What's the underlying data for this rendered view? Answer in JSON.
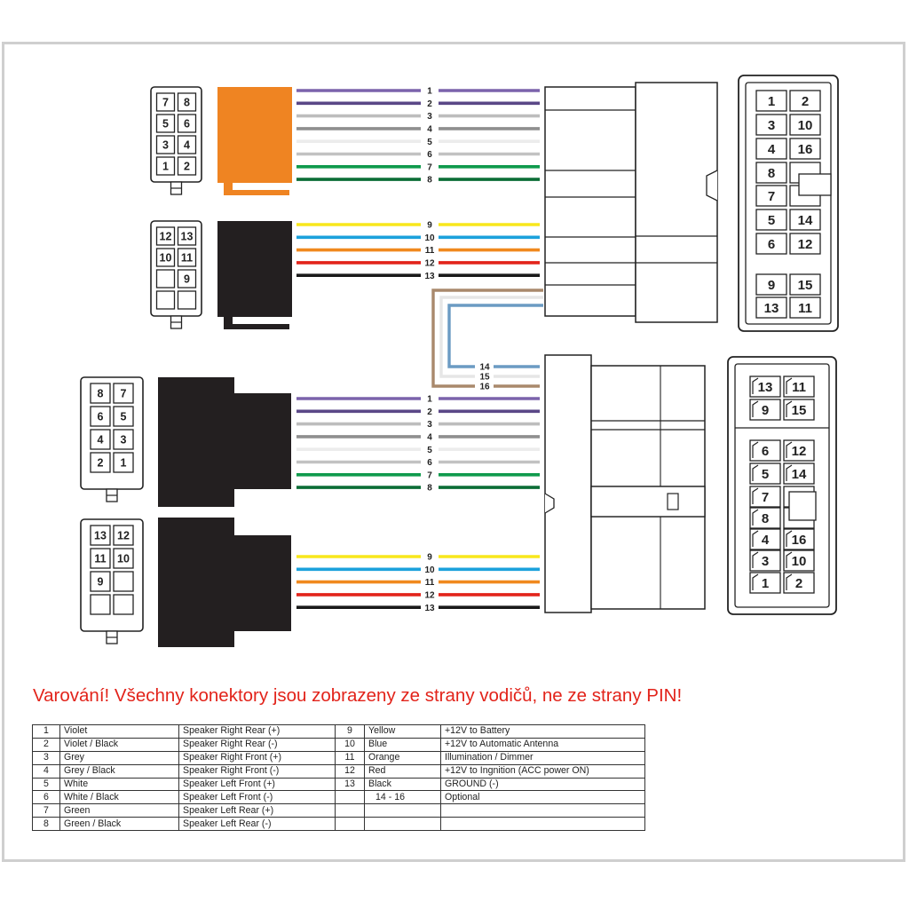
{
  "warning": "Varování! Všechny konektory jsou zobrazeny ze strany vodičů, ne ze strany PIN!",
  "colors": {
    "violet": "#7b63ac",
    "violet_black": "#5a4787",
    "grey": "#bdbdbd",
    "grey_black": "#8f8f8f",
    "white": "#ececec",
    "white_black": "#c2c2c2",
    "green": "#0f9a4c",
    "green_black": "#0b6d36",
    "yellow": "#f8e71c",
    "blue": "#1ba1dc",
    "orange": "#f0891e",
    "red": "#e2231a",
    "black": "#1a1a1a",
    "wire14": "#6b9bc3",
    "wire15": "#e6e6e6",
    "wire16": "#a9896c",
    "connector_orange": "#ef8422",
    "connector_black": "#231f20",
    "warning_red": "#e2231a"
  },
  "wire_labels": {
    "a": [
      "1",
      "2",
      "3",
      "4",
      "5",
      "6",
      "7",
      "8"
    ],
    "b": [
      "9",
      "10",
      "11",
      "12",
      "13"
    ],
    "c": [
      "14",
      "15",
      "16"
    ],
    "d": [
      "1",
      "2",
      "3",
      "4",
      "5",
      "6",
      "7",
      "8"
    ],
    "e": [
      "9",
      "10",
      "11",
      "12",
      "13"
    ]
  },
  "small_connectors": {
    "top_a": [
      "7",
      "8",
      "5",
      "6",
      "3",
      "4",
      "1",
      "2"
    ],
    "top_b": [
      "12",
      "13",
      "10",
      "11",
      "",
      "9",
      "",
      ""
    ],
    "bot_a": [
      "8",
      "7",
      "6",
      "5",
      "4",
      "3",
      "2",
      "1"
    ],
    "bot_b": [
      "13",
      "12",
      "11",
      "10",
      "9",
      "",
      "",
      ""
    ]
  },
  "big_connector_top": {
    "pins": [
      "1",
      "2",
      "3",
      "10",
      "4",
      "16",
      "8",
      "",
      "7",
      "",
      "5",
      "14",
      "6",
      "12",
      "9",
      "15",
      "13",
      "11"
    ]
  },
  "big_connector_bottom": {
    "pins": [
      "13",
      "11",
      "9",
      "15",
      "6",
      "12",
      "5",
      "14",
      "7",
      "",
      "8",
      "",
      "4",
      "16",
      "3",
      "10",
      "1",
      "2"
    ]
  },
  "legend": {
    "rows": [
      [
        "1",
        "Violet",
        "Speaker Right Rear (+)",
        "9",
        "Yellow",
        "+12V to Battery"
      ],
      [
        "2",
        "Violet / Black",
        "Speaker Right Rear (-)",
        "10",
        "Blue",
        "+12V to Automatic Antenna"
      ],
      [
        "3",
        "Grey",
        "Speaker Right Front (+)",
        "11",
        "Orange",
        "Illumination / Dimmer"
      ],
      [
        "4",
        "Grey / Black",
        "Speaker Right Front (-)",
        "12",
        "Red",
        "+12V to Ingnition (ACC power ON)"
      ],
      [
        "5",
        "White",
        "Speaker Left Front (+)",
        "13",
        "Black",
        "GROUND (-)"
      ],
      [
        "6",
        "White / Black",
        "Speaker Left Front (-)",
        "",
        "14 - 16",
        "Optional"
      ],
      [
        "7",
        "Green",
        "Speaker Left Rear (+)",
        "",
        "",
        ""
      ],
      [
        "8",
        "Green / Black",
        "Speaker Left Rear (-)",
        "",
        "",
        ""
      ]
    ]
  }
}
